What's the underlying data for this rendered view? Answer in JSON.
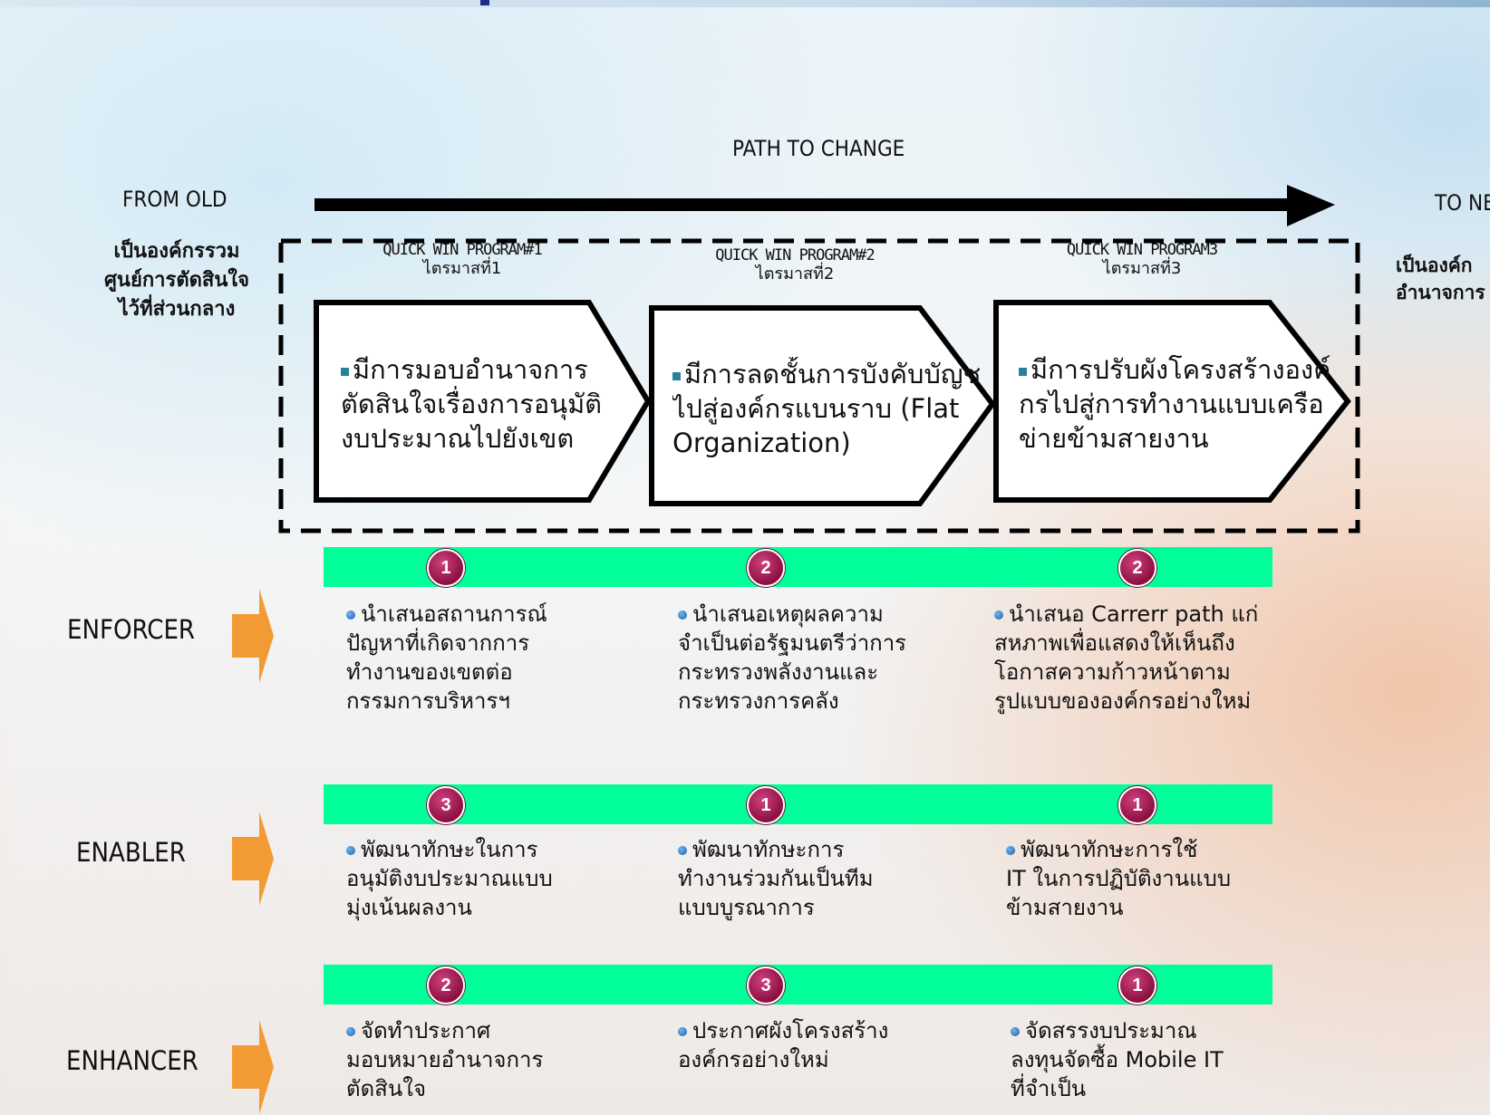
{
  "header": {
    "path_label": "PATH TO CHANGE",
    "from_label": "FROM OLD",
    "to_label": "TO NE",
    "from_text": [
      "เป็นองค์กรรวม",
      "ศูนย์การตัดสินใจ",
      "ไว้ที่ส่วนกลาง"
    ],
    "to_text": [
      "เป็นองค์ก",
      "อำนาจการ"
    ]
  },
  "programs": [
    {
      "title": "QUICK WIN PROGRAM#1",
      "quarter": "ไตรมาสที่1",
      "lines": [
        "มีการมอบอำนาจการ",
        "ตัดสินใจเรื่องการอนุมัติ",
        "งบประมาณไปยังเขต"
      ]
    },
    {
      "title": "QUICK WIN PROGRAM#2",
      "quarter": "ไตรมาสที่2",
      "lines": [
        "มีการลดชั้นการบังคับบัญช",
        "ไปสู่องค์กรแบนราบ (Flat",
        "Organization)"
      ]
    },
    {
      "title": "QUICK WIN PROGRAM3",
      "quarter": "ไตรมาสที่3",
      "lines": [
        "มีการปรับผังโครงสร้างองค์",
        "กรไปสู่การทำงานแบบเครือ",
        "ข่ายข้ามสายงาน"
      ]
    }
  ],
  "rows": [
    {
      "label": "ENFORCER",
      "numbers": [
        "1",
        "2",
        "2"
      ],
      "items": [
        [
          "นำเสนอสถานการณ์",
          "ปัญหาที่เกิดจากการ",
          "ทำงานของเขตต่อ",
          "กรรมการบริหารฯ"
        ],
        [
          "นำเสนอเหตุผลความ",
          "จำเป็นต่อรัฐมนตรีว่าการ",
          "กระทรวงพลังงานและ",
          "กระทรวงการคลัง"
        ],
        [
          "นำเสนอ Carrerr path แก่",
          "สหภาพเพื่อแสดงให้เห็นถึง",
          "โอกาสความก้าวหน้าตาม",
          "รูปแบบขององค์กรอย่างใหม่"
        ]
      ]
    },
    {
      "label": "ENABLER",
      "numbers": [
        "3",
        "1",
        "1"
      ],
      "items": [
        [
          "พัฒนาทักษะในการ",
          "อนุมัติงบประมาณแบบ",
          "มุ่งเน้นผลงาน"
        ],
        [
          "พัฒนาทักษะการ",
          "ทำงานร่วมกันเป็นทีม",
          "แบบบูรณาการ"
        ],
        [
          "พัฒนาทักษะการใช้",
          "IT ในการปฏิบัติงานแบบ",
          "ข้ามสายงาน"
        ]
      ]
    },
    {
      "label": "ENHANCER",
      "numbers": [
        "2",
        "3",
        "1"
      ],
      "items": [
        [
          "จัดทำประกาศ",
          "มอบหมายอำนาจการ",
          "ตัดสินใจ"
        ],
        [
          "ประกาศผังโครงสร้าง",
          "องค์กรอย่างใหม่"
        ],
        [
          "จัดสรรงบประมาณ",
          "ลงทุนจัดซื้อ Mobile IT",
          "ที่จำเป็น"
        ]
      ]
    }
  ],
  "colors": {
    "band": "#00ff99",
    "badge": "#a01a55",
    "side_arrow": "#f29b35"
  }
}
